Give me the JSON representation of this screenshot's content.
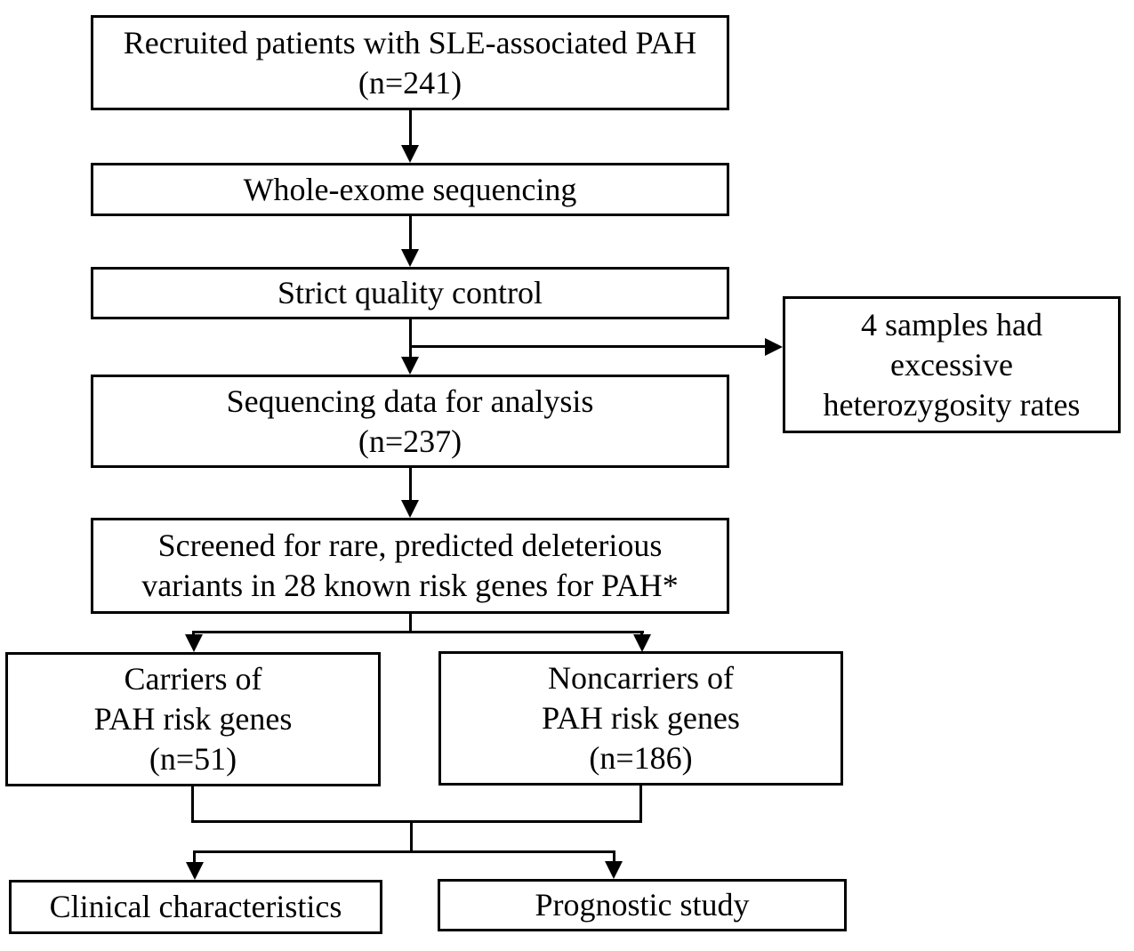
{
  "diagram": {
    "type": "flowchart",
    "topic": "SLE-associated PAH genetic study design"
  },
  "boxes": {
    "recruited": {
      "text": "Recruited patients with SLE-associated PAH\n(n=241)"
    },
    "wes": {
      "text": "Whole-exome sequencing"
    },
    "qc": {
      "text": "Strict quality control"
    },
    "seq_data": {
      "text": "Sequencing data for analysis\n(n=237)"
    },
    "excluded": {
      "text": "4 samples had\nexcessive\nheterozygosity rates"
    },
    "screened": {
      "text": "Screened for rare, predicted deleterious\nvariants in 28 known risk genes for PAH*"
    },
    "carriers": {
      "text": "Carriers of\nPAH risk genes\n(n=51)"
    },
    "noncarriers": {
      "text": "Noncarriers of\nPAH risk genes\n(n=186)"
    },
    "clinical": {
      "text": "Clinical characteristics"
    },
    "prognostic": {
      "text": "Prognostic study"
    }
  },
  "counts": {
    "recruited": 241,
    "analyzed": 237,
    "excluded_samples": 4,
    "risk_genes": 28,
    "carriers": 51,
    "noncarriers": 186
  },
  "colors": {
    "background": "#ffffff",
    "box_fill": "#ffffff",
    "border": "#000000",
    "text": "#000000",
    "line": "#000000"
  }
}
